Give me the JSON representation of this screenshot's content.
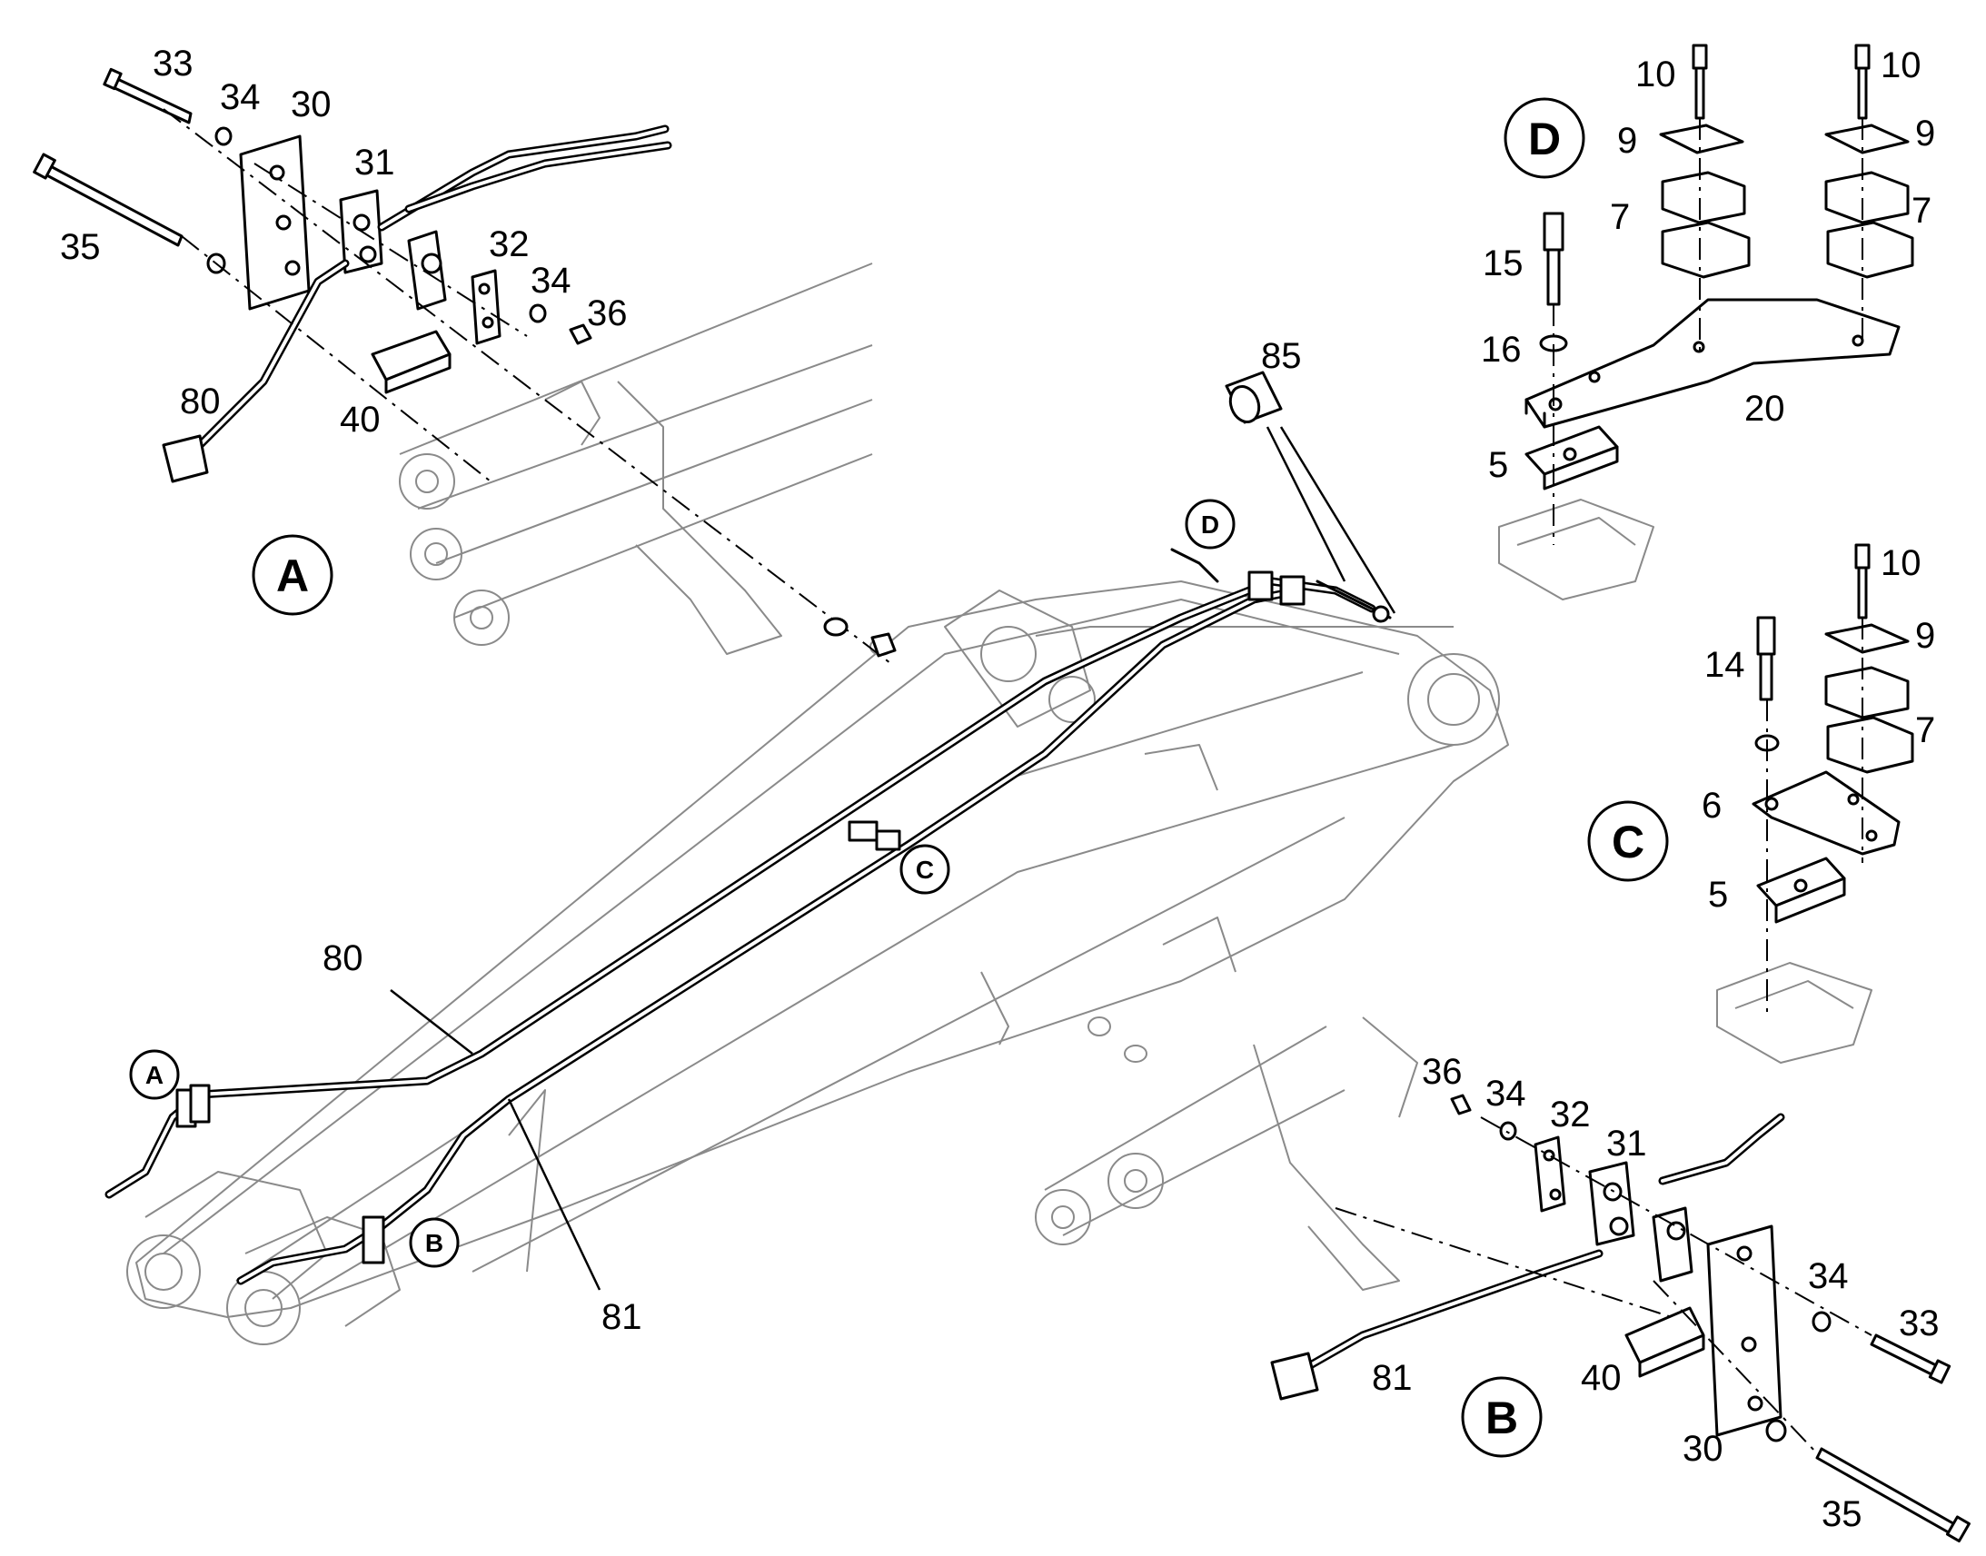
{
  "detail_views": {
    "A": "A",
    "B": "B",
    "C": "C",
    "D": "D"
  },
  "labels": {
    "part_5": "5",
    "part_6": "6",
    "part_7": "7",
    "part_9": "9",
    "part_10": "10",
    "part_14": "14",
    "part_15": "15",
    "part_16": "16",
    "part_20": "20",
    "part_30": "30",
    "part_31": "31",
    "part_32": "32",
    "part_33": "33",
    "part_34": "34",
    "part_35": "35",
    "part_36": "36",
    "part_40": "40",
    "part_80": "80",
    "part_81": "81",
    "part_85": "85"
  }
}
